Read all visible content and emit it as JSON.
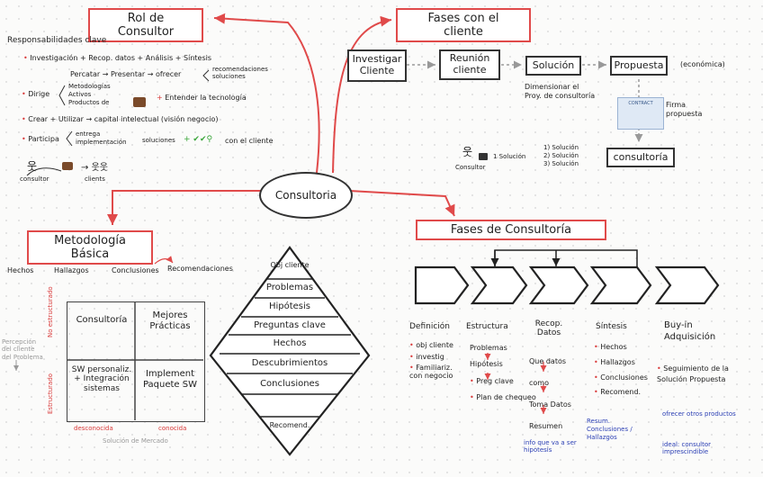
{
  "center": "Consultoria",
  "rol": {
    "title": "Rol de Consultor",
    "heading": "Responsabilidades clave",
    "line1": "Investigación + Recop. datos + Análisis + Síntesis",
    "line1b": "Percatar → Presentar → ofrecer",
    "line1c": "recomendaciones soluciones",
    "dirige": "Dirige",
    "dirige_items": [
      "Metodologías",
      "Activos",
      "Productos de"
    ],
    "entender": "Entender la tecnología",
    "crear": "Crear + Utilizar → capital intelectual (visión negocio)",
    "participa": "Participa",
    "participa_items": [
      "entrega",
      "implementación"
    ],
    "soluciones": "soluciones",
    "con_cliente": "con el cliente",
    "consultor": "consultor",
    "clients": "clients"
  },
  "fases_cliente": {
    "title": "Fases con el cliente",
    "boxes": [
      "Investigar Cliente",
      "Reunión cliente",
      "Solución",
      "Propuesta"
    ],
    "economica": "(económica)",
    "dimensionar": "Dimensionar el Proy. de consultoría",
    "firma": "Firma propuesta",
    "contract": "CONTRACT",
    "consultoria": "consultoría",
    "una_solucion": "1 Solución",
    "soluciones": [
      "1) Solución",
      "2) Solución",
      "3) Solución"
    ],
    "consultor": "Consultor"
  },
  "metodologia": {
    "title": "Metodología Básica",
    "chain": [
      "Hechos",
      "Hallazgos",
      "Conclusiones",
      "Recomendaciones"
    ],
    "cells": [
      "Consultoría",
      "Mejores Prácticas",
      "SW personaliz. + Integración sistemas",
      "Implement Paquete SW"
    ],
    "y_top": "No estructurado",
    "y_bottom": "Estructurado",
    "x_left": "desconocida",
    "x_right": "conocida",
    "x_axis": "Solución de Mercado",
    "y_axis": "Percepción del cliente del Problema"
  },
  "diamond": [
    "Obj cliente",
    "Problemas",
    "Hipótesis",
    "Preguntas clave",
    "Hechos",
    "Descubrimientos",
    "Conclusiones",
    "Recomend."
  ],
  "fases_consultoria": {
    "title": "Fases de Consultoría",
    "definicion": {
      "title": "Definición",
      "items": [
        "obj cliente",
        "investig",
        "Familiariz. con negocio"
      ]
    },
    "estructura": {
      "title": "Estructura",
      "items": [
        "Problemas",
        "Hipótesis",
        "Preg clave",
        "Plan de chequeo"
      ]
    },
    "recop": {
      "title": "Recop. Datos",
      "items": [
        "Que datos",
        "como",
        "Toma Datos",
        "Resumen"
      ],
      "note": "info que va a ser hipotesis"
    },
    "sintesis": {
      "title": "Síntesis",
      "items": [
        "Hechos",
        "Hallazgos",
        "Conclusiones",
        "Recomend."
      ],
      "note": "Resum. Conclusiones / Hallazgos"
    },
    "buyin": {
      "title": "Buy-in Adquisición",
      "items": [
        "Seguimiento de la Solución Propuesta"
      ],
      "note1": "ofrecer otros productos",
      "note2": "ideal: consultor imprescindible"
    }
  }
}
